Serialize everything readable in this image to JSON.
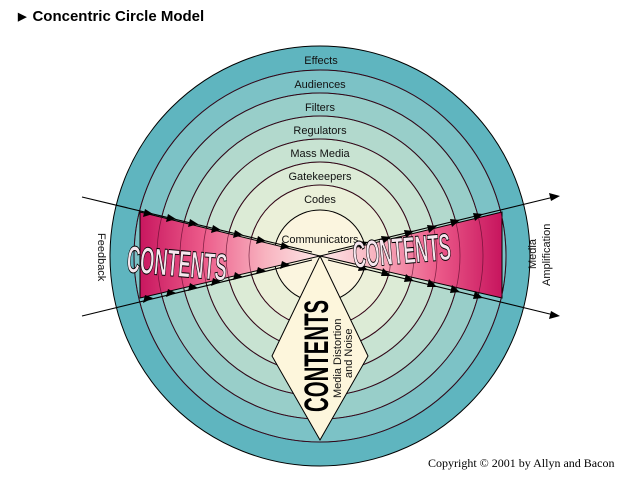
{
  "title": "Concentric Circle Model",
  "rings": [
    "Effects",
    "Audiences",
    "Filters",
    "Regulators",
    "Mass Media",
    "Gatekeepers",
    "Codes",
    "Communicators"
  ],
  "contents_word": "CONTENTS",
  "labels": {
    "feedback": "Feedback",
    "media_amplification_1": "Media",
    "media_amplification_2": "Amplification",
    "distortion_1": "Media Distortion",
    "distortion_2": "and Noise"
  },
  "copyright": "Copyright © 2001 by Allyn and Bacon",
  "colors": {
    "outer": "#5fb6c0",
    "inner": "#fdf4e0",
    "wedge_outer": "#d41a6a",
    "wedge_inner": "#fde4e4",
    "diamond": "#fdf6dc"
  }
}
